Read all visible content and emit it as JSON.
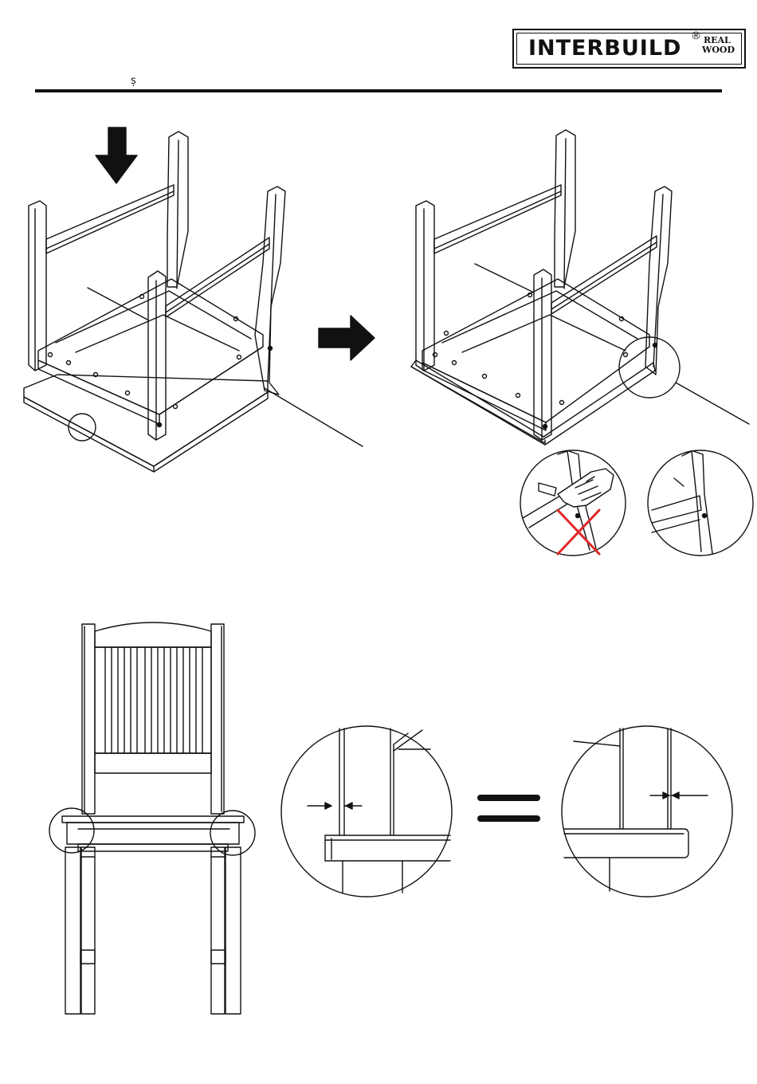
{
  "header": {
    "step_mark": "ș",
    "logo": {
      "main": "INTERBUILD",
      "registered": "®",
      "sub_top": "REAL",
      "sub_bottom": "WOOD"
    }
  },
  "colors": {
    "line": "#111111",
    "warning_cross": "#e0262b"
  },
  "icons": {
    "press_arrow": "arrow-down-icon",
    "next_arrow": "arrow-right-icon",
    "equals": "equals-icon",
    "wrong": "red-x-icon"
  }
}
